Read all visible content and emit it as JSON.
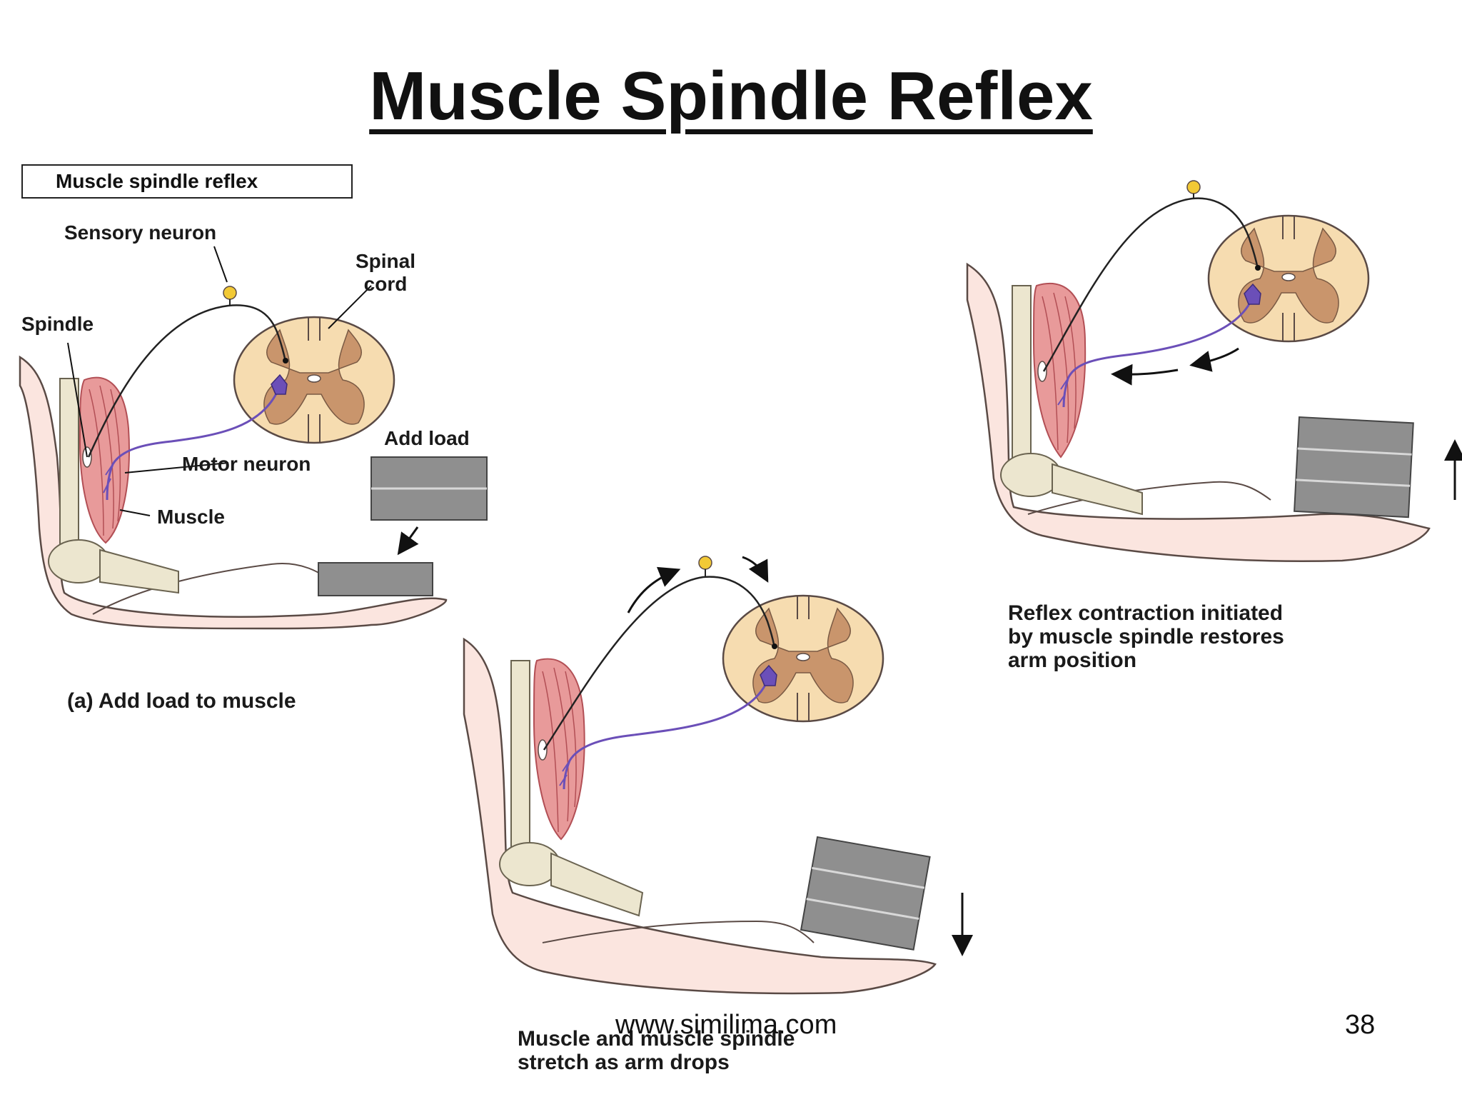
{
  "title": "Muscle Spindle Reflex",
  "panel_box_label": "Muscle spindle reflex",
  "labels": {
    "sensory_neuron": "Sensory neuron",
    "spinal_cord": "Spinal\ncord",
    "spindle": "Spindle",
    "motor_neuron": "Motor neuron",
    "muscle": "Muscle",
    "add_load": "Add load"
  },
  "captions": {
    "panel_a": "(a) Add load to muscle",
    "panel_b": "Muscle and muscle spindle\nstretch as arm drops",
    "panel_c": "Reflex contraction initiated\nby muscle spindle restores\narm position"
  },
  "footer": {
    "website": "www.similima.com",
    "page_number": "38"
  },
  "colors": {
    "skin": "#fbe5df",
    "skin_outline": "#5a4a45",
    "muscle": "#e89a9a",
    "muscle_lines": "#b24f55",
    "cord_white": "#f6dcb0",
    "cord_grey": "#c9956c",
    "bone": "#ece6cf",
    "neuron_purple": "#6b4fb8",
    "ganglion_yellow": "#f2c935",
    "weight_grey": "#8f8f8f"
  }
}
